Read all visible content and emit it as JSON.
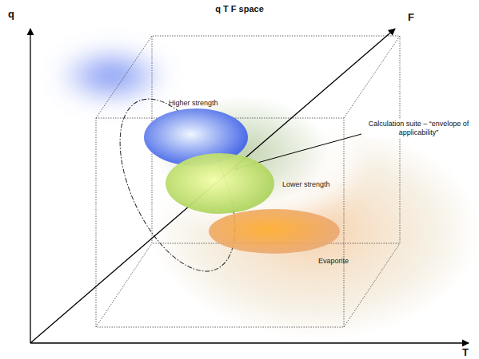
{
  "diagram": {
    "title": "q T F space",
    "nodes": [
      {
        "text": [
          "Higher strength"
        ]
      },
      {
        "text": [
          "Lower strength"
        ]
      },
      {
        "text": [
          "Evaporite"
        ]
      }
    ],
    "labels": [
      "q",
      "T",
      "F",
      "Calculation suite – “envelope of applicability”"
    ]
  }
}
